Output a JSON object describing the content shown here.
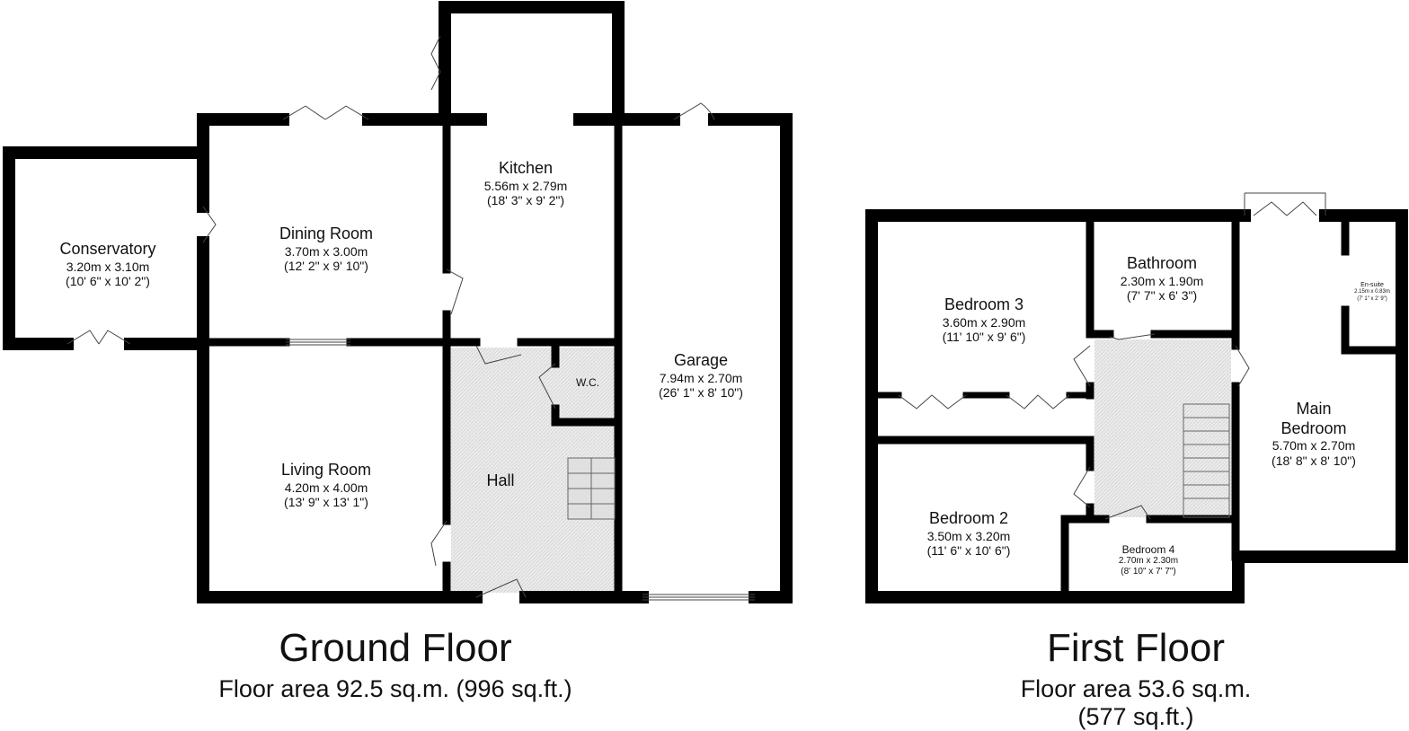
{
  "ground_floor": {
    "title": "Ground Floor",
    "area": "Floor area 92.5 sq.m. (996 sq.ft.)",
    "rooms": [
      {
        "name": "Conservatory",
        "metric": "3.20m x 3.10m",
        "imperial": "(10' 6\" x 10' 2\")"
      },
      {
        "name": "Dining Room",
        "metric": "3.70m x 3.00m",
        "imperial": "(12' 2\" x 9' 10\")"
      },
      {
        "name": "Kitchen",
        "metric": "5.56m x 2.79m",
        "imperial": "(18' 3\" x 9' 2\")"
      },
      {
        "name": "Garage",
        "metric": "7.94m x 2.70m",
        "imperial": "(26' 1\" x 8' 10\")"
      },
      {
        "name": "W.C."
      },
      {
        "name": "Living Room",
        "metric": "4.20m x 4.00m",
        "imperial": "(13' 9\" x 13' 1\")"
      },
      {
        "name": "Hall"
      }
    ]
  },
  "first_floor": {
    "title": "First Floor",
    "area": "Floor area 53.6 sq.m. (577 sq.ft.)",
    "rooms": [
      {
        "name": "Bedroom 3",
        "metric": "3.60m x 2.90m",
        "imperial": "(11' 10\" x 9' 6\")"
      },
      {
        "name": "Bathroom",
        "metric": "2.30m x 1.90m",
        "imperial": "(7' 7\" x 6' 3\")"
      },
      {
        "name": "En-suite",
        "metric": "2.15m x 0.83m",
        "imperial": "(7' 1\" x 2' 9\")"
      },
      {
        "name": "Main Bedroom",
        "metric": "5.70m x 2.70m",
        "imperial": "(18' 8\" x 8' 10\")"
      },
      {
        "name": "Bedroom 2",
        "metric": "3.50m x 3.20m",
        "imperial": "(11' 6\" x 10' 6\")"
      },
      {
        "name": "Bedroom 4",
        "metric": "2.70m x 2.30m",
        "imperial": "(8' 10\" x 7' 7\")"
      }
    ]
  },
  "colors": {
    "wall": "#000000",
    "hall_fill": "#e6e6e6"
  }
}
